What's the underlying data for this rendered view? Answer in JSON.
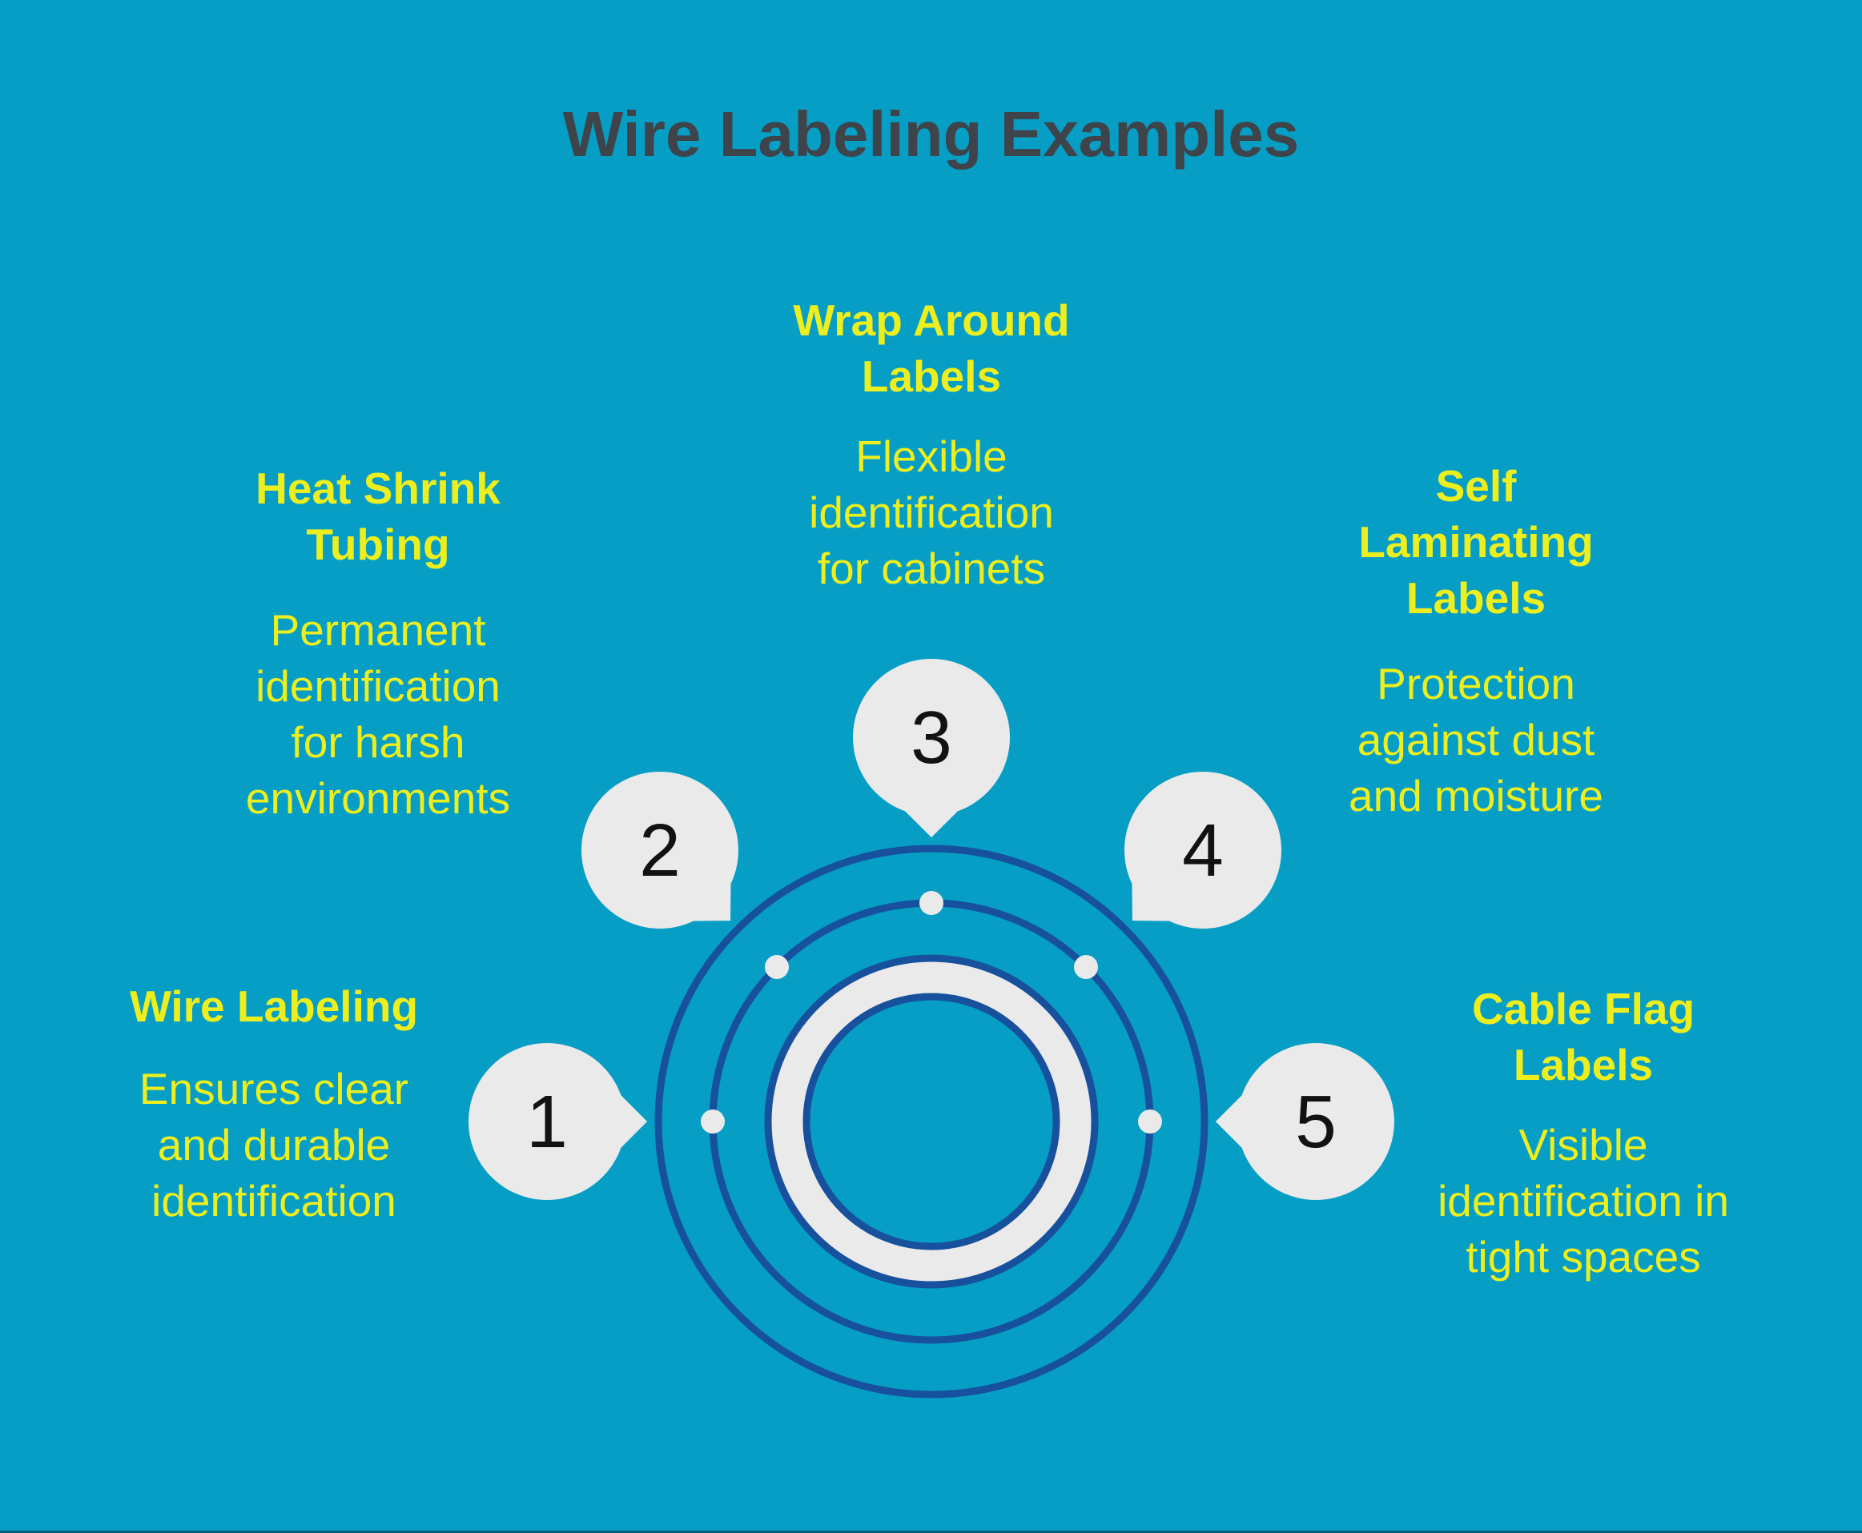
{
  "title": "Wire Labeling Examples",
  "colors": {
    "background": "#069EC5",
    "orbit_blue": "#17509D",
    "bubble_gray": "#EAEAEA",
    "accent_yellow": "#EDEE1E",
    "title_gray": "#3E4449",
    "number_black": "#121212"
  },
  "items": [
    {
      "number": "1",
      "heading": "Wire Labeling",
      "description": "Ensures clear\nand durable\nidentification"
    },
    {
      "number": "2",
      "heading": "Heat Shrink\nTubing",
      "description": "Permanent\nidentification\nfor harsh\nenvironments"
    },
    {
      "number": "3",
      "heading": "Wrap Around\nLabels",
      "description": "Flexible\nidentification\nfor cabinets"
    },
    {
      "number": "4",
      "heading": "Self\nLaminating\nLabels",
      "description": "Protection\nagainst dust\nand moisture"
    },
    {
      "number": "5",
      "heading": "Cable Flag\nLabels",
      "description": "Visible\nidentification in\ntight spaces"
    }
  ]
}
